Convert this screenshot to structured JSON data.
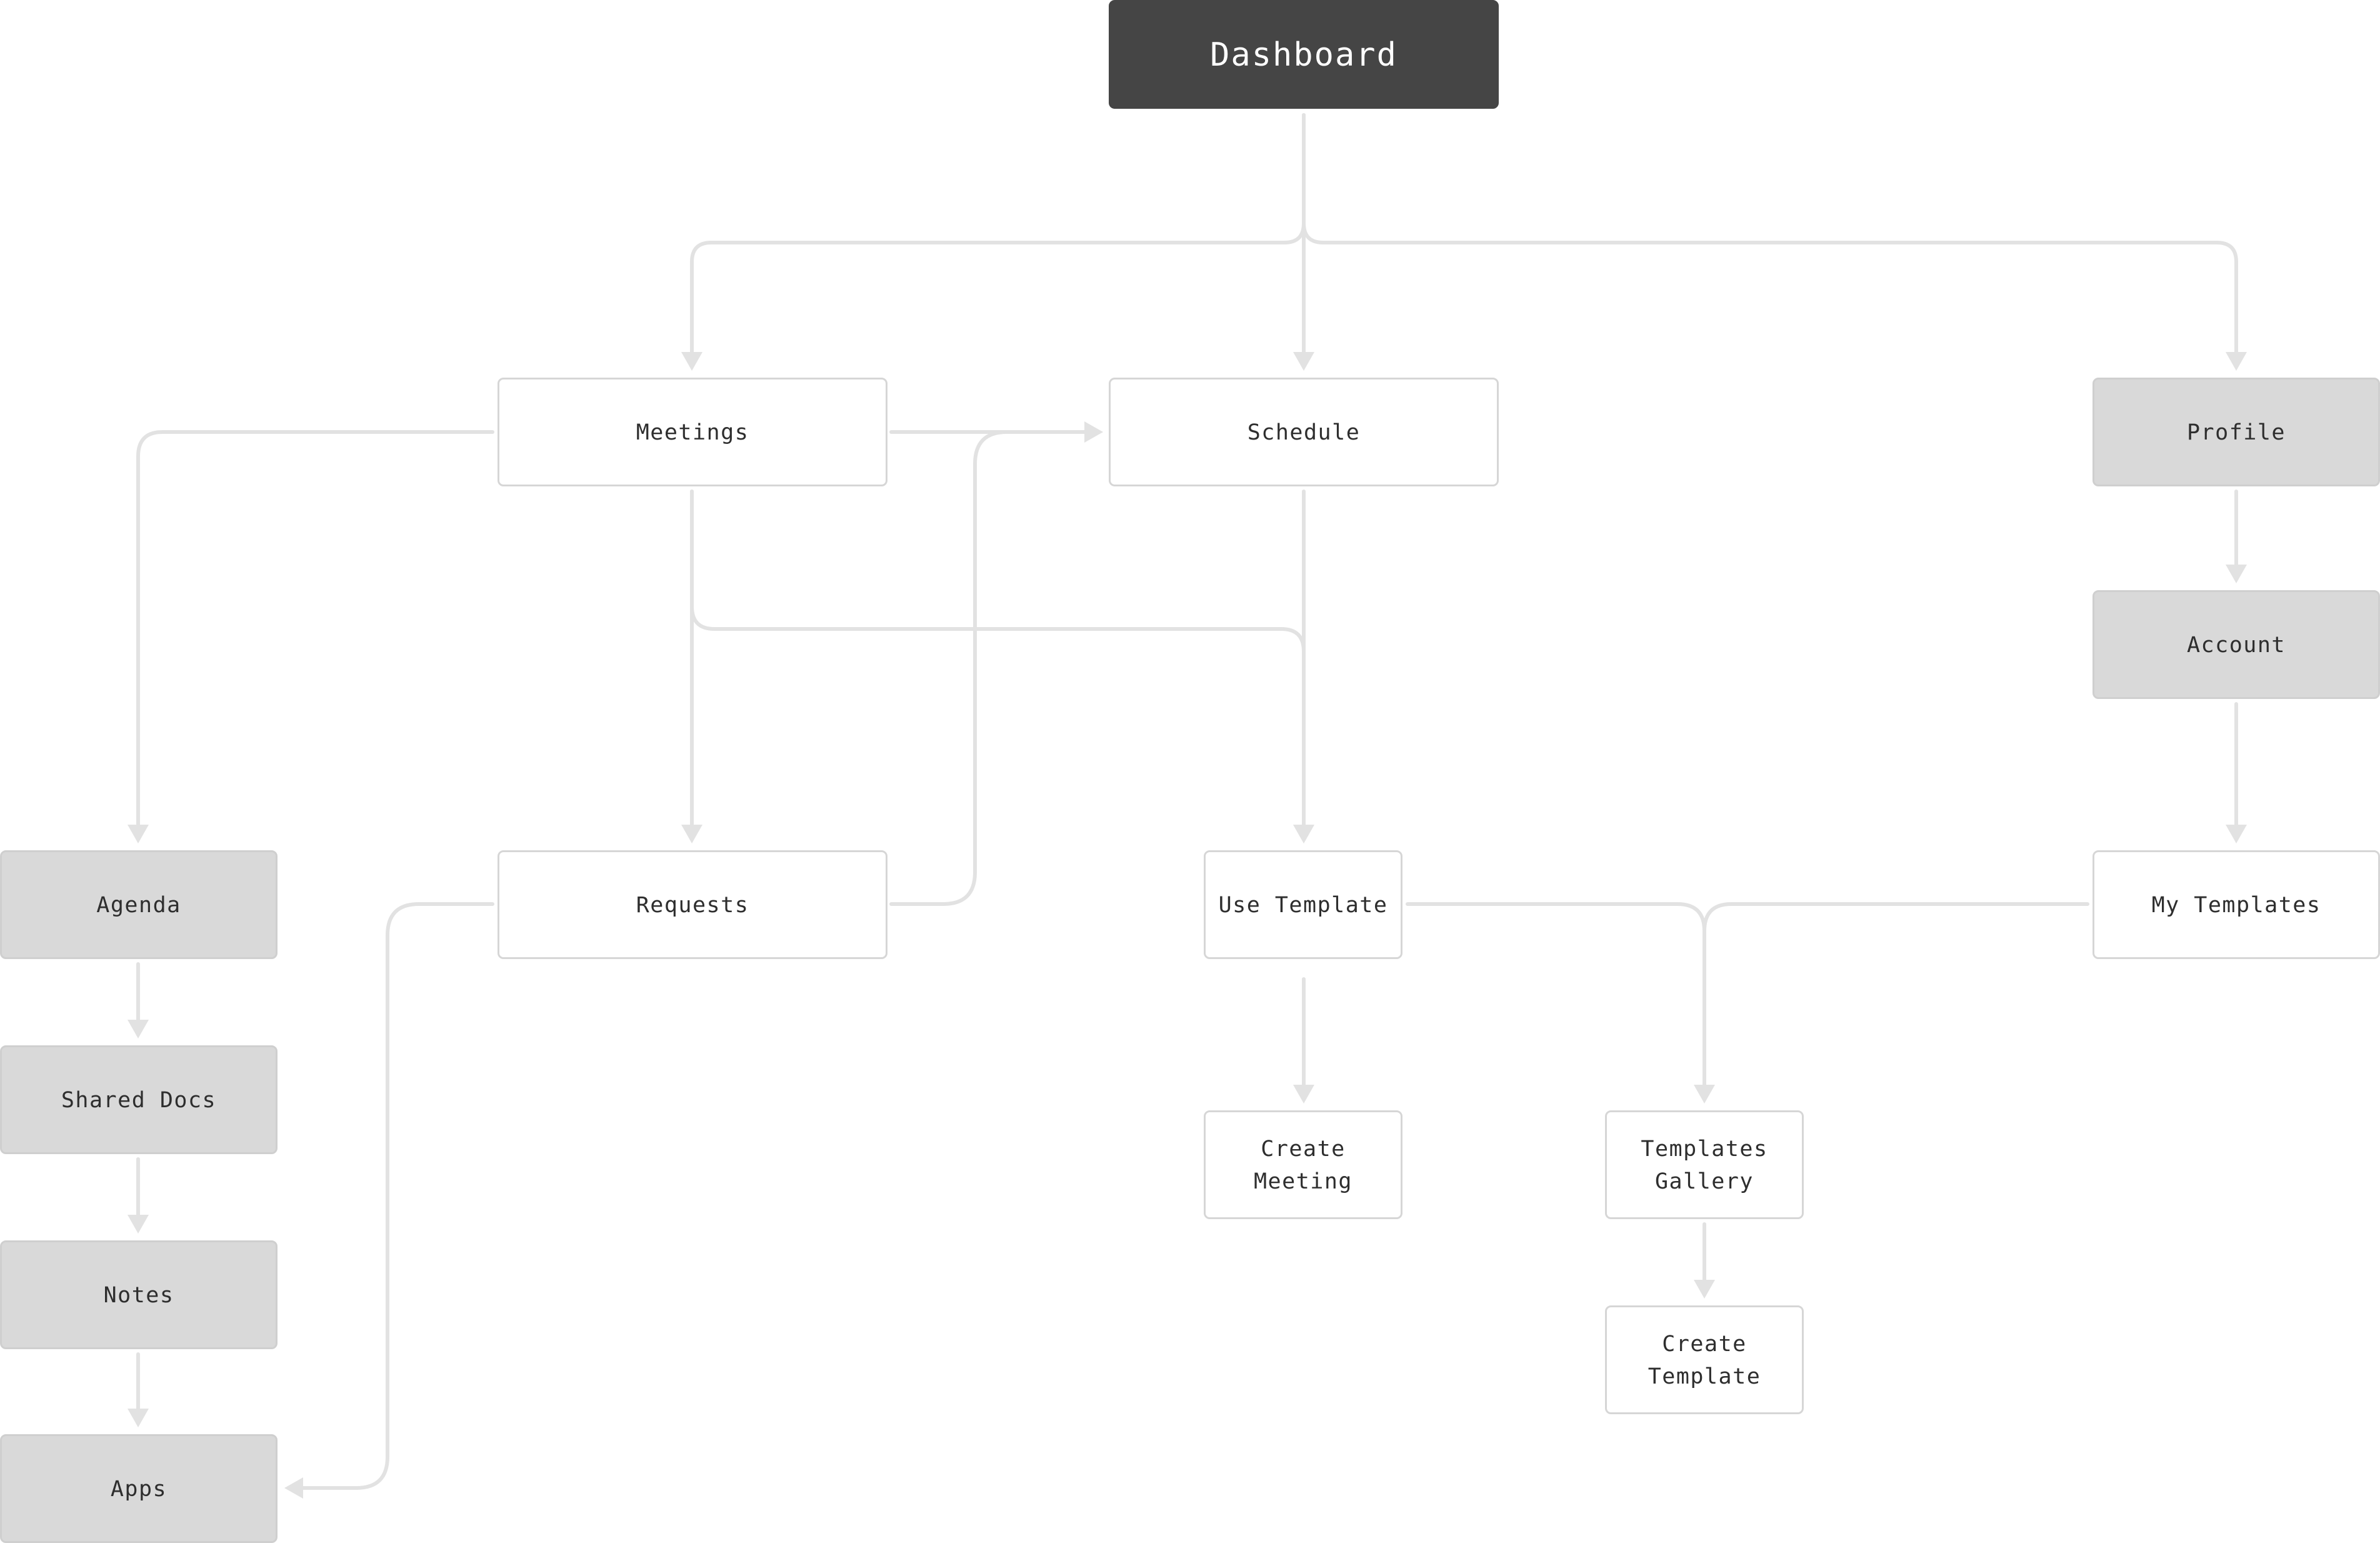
{
  "colors": {
    "root_fill": "#454545",
    "root_text": "#ffffff",
    "grey_fill": "#d9d9d9",
    "grey_stroke": "#cfcfcf",
    "white_fill": "#ffffff",
    "white_stroke": "#d6d6d6",
    "node_text": "#2e2e2e",
    "connector": "#e2e2e2"
  },
  "nodes": {
    "dashboard": {
      "lines": [
        "Dashboard"
      ],
      "style": "root"
    },
    "meetings": {
      "lines": [
        "Meetings"
      ],
      "style": "white"
    },
    "schedule": {
      "lines": [
        "Schedule"
      ],
      "style": "white"
    },
    "profile": {
      "lines": [
        "Profile"
      ],
      "style": "grey"
    },
    "account": {
      "lines": [
        "Account"
      ],
      "style": "grey"
    },
    "agenda": {
      "lines": [
        "Agenda"
      ],
      "style": "grey"
    },
    "requests": {
      "lines": [
        "Requests"
      ],
      "style": "white"
    },
    "use_template": {
      "lines": [
        "Use Template"
      ],
      "style": "white"
    },
    "my_templates": {
      "lines": [
        "My Templates"
      ],
      "style": "white"
    },
    "shared_docs": {
      "lines": [
        "Shared Docs"
      ],
      "style": "grey"
    },
    "create_meeting": {
      "lines": [
        "Create",
        "Meeting"
      ],
      "style": "white"
    },
    "templates_gallery": {
      "lines": [
        "Templates",
        "Gallery"
      ],
      "style": "white"
    },
    "notes": {
      "lines": [
        "Notes"
      ],
      "style": "grey"
    },
    "create_template": {
      "lines": [
        "Create",
        "Template"
      ],
      "style": "white"
    },
    "apps": {
      "lines": [
        "Apps"
      ],
      "style": "grey"
    }
  },
  "edges": [
    {
      "from": "dashboard",
      "to": "meetings"
    },
    {
      "from": "dashboard",
      "to": "schedule"
    },
    {
      "from": "dashboard",
      "to": "profile"
    },
    {
      "from": "meetings",
      "to": "schedule"
    },
    {
      "from": "meetings",
      "to": "agenda"
    },
    {
      "from": "meetings",
      "to": "requests"
    },
    {
      "from": "meetings",
      "to": "use_template"
    },
    {
      "from": "schedule",
      "to": "use_template"
    },
    {
      "from": "requests",
      "to": "schedule"
    },
    {
      "from": "requests",
      "to": "apps"
    },
    {
      "from": "profile",
      "to": "account"
    },
    {
      "from": "account",
      "to": "my_templates"
    },
    {
      "from": "agenda",
      "to": "shared_docs"
    },
    {
      "from": "shared_docs",
      "to": "notes"
    },
    {
      "from": "notes",
      "to": "apps"
    },
    {
      "from": "use_template",
      "to": "create_meeting"
    },
    {
      "from": "use_template",
      "to": "templates_gallery"
    },
    {
      "from": "my_templates",
      "to": "templates_gallery"
    },
    {
      "from": "templates_gallery",
      "to": "create_template"
    }
  ]
}
